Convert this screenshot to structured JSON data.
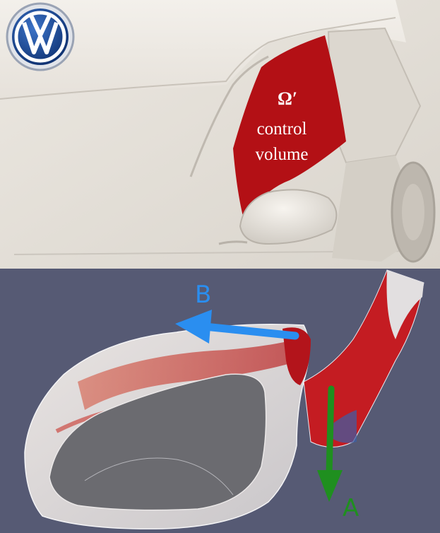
{
  "top_image": {
    "omega_label": "Ω′",
    "control_volume_line1": "control",
    "control_volume_line2": "volume",
    "control_volume_color": "#b31015"
  },
  "logo": {
    "icon": "volkswagen-logo-icon",
    "text": "VW"
  },
  "bottom_image": {
    "background_color": "#565a74",
    "arrow_b": {
      "label": "B",
      "color": "#2a8ef0",
      "direction": "left"
    },
    "arrow_a": {
      "label": "A",
      "color": "#1f8f1f",
      "direction": "down"
    }
  }
}
